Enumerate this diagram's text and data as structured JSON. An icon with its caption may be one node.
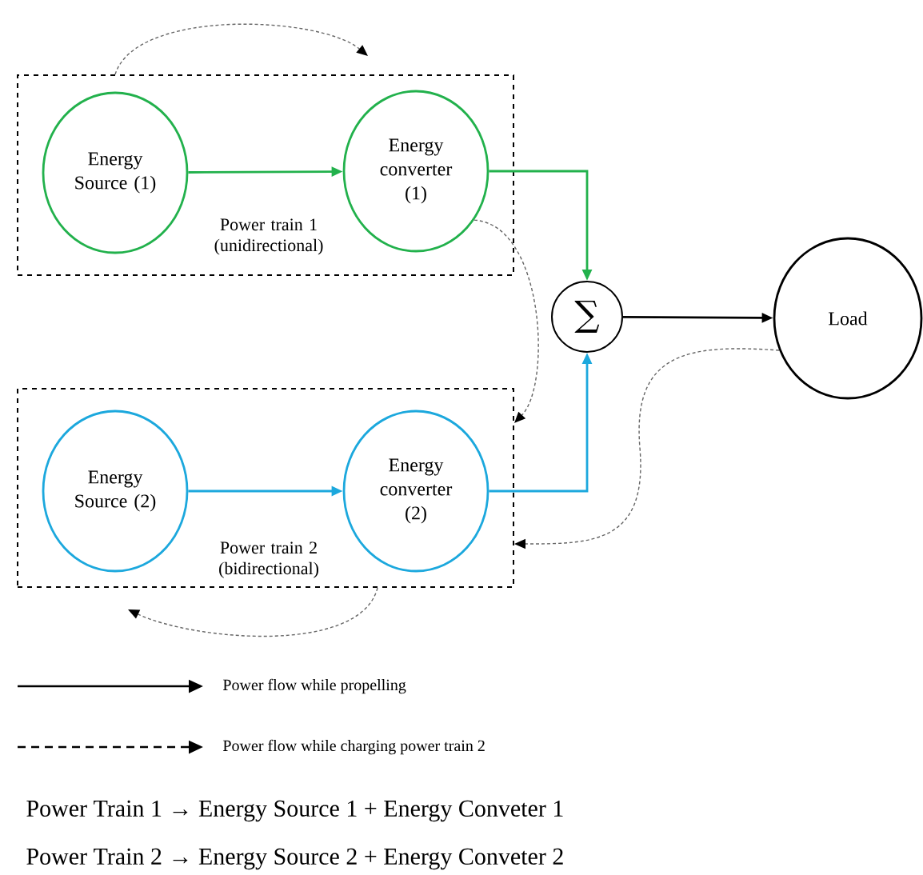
{
  "diagram": {
    "nodes": [
      {
        "text": [
          "Power train 1 (unidirectional)"
        ]
      },
      {
        "text": [
          "Energy Source (1)"
        ],
        "in": 0
      },
      {
        "text": [
          "Energy converter (1)"
        ],
        "in": 0
      },
      {
        "text": [
          "Power train 2 (bidirectional)"
        ]
      },
      {
        "text": [
          "Energy Source (2)"
        ],
        "in": 3
      },
      {
        "text": [
          "Energy converter (2)"
        ],
        "in": 3
      },
      {
        "text": [
          "∑"
        ]
      },
      {
        "text": [
          "Load"
        ]
      }
    ],
    "edges": [
      {
        "from": 1,
        "to": 2,
        "arrow": "to",
        "color": "#22b14c"
      },
      {
        "from": 2,
        "to": 6,
        "arrow": "to",
        "color": "#22b14c"
      },
      {
        "from": 4,
        "to": 5,
        "arrow": "to",
        "color": "#1ca8dd"
      },
      {
        "from": 5,
        "to": 6,
        "arrow": "to",
        "color": "#1ca8dd"
      },
      {
        "from": 6,
        "to": 7,
        "arrow": "to",
        "color": "#000000"
      },
      {
        "from": 0,
        "to": null,
        "arrow": "to",
        "style": "dashed",
        "color": "#666666"
      },
      {
        "from": 2,
        "to": 3,
        "arrow": "to",
        "style": "dashed",
        "color": "#666666"
      },
      {
        "from": 7,
        "to": 3,
        "arrow": "to",
        "style": "dashed",
        "color": "#666666"
      },
      {
        "from": 3,
        "to": null,
        "arrow": "to",
        "style": "dashed",
        "color": "#666666"
      }
    ],
    "labels": [
      "Power Train 1 → Energy Source 1 + Energy Conveter 1",
      "Power Train 2 → Energy Source 2 + Energy Conveter 2"
    ],
    "legend": [
      {
        "text": "Power flow while propelling"
      },
      {
        "text": "Power flow while charging power train 2"
      }
    ]
  }
}
